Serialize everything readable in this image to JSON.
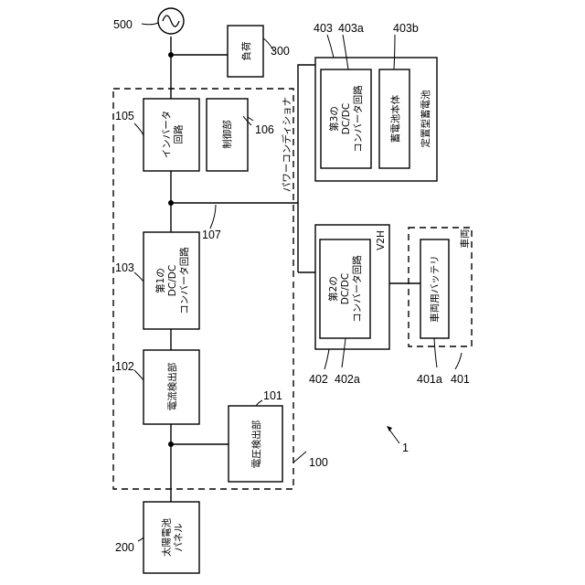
{
  "labels": {
    "solar_panel": [
      "太陽電池",
      "パネル"
    ],
    "voltage_detector": [
      "電圧検出部"
    ],
    "current_detector": [
      "電流検出部"
    ],
    "dcdc1": [
      "第1の",
      "DC/DC",
      "コンバータ回路"
    ],
    "inverter": [
      "インバータ",
      "回路"
    ],
    "controller": [
      "制御部"
    ],
    "load": [
      "負荷"
    ],
    "power_conditioner": [
      "パワーコンディショナ"
    ],
    "dcdc3": [
      "第3の",
      "DC/DC",
      "コンバータ回路"
    ],
    "battery_body": [
      "蓄電池本体"
    ],
    "stationary_battery": [
      "定置型蓄電池"
    ],
    "dcdc2": [
      "第2の",
      "DC/DC",
      "コンバータ回路"
    ],
    "v2h": [
      "V2H"
    ],
    "vehicle_battery": [
      "車両用バッテリ"
    ],
    "vehicle": [
      "車両"
    ]
  },
  "refs": {
    "grid": "500",
    "load": "300",
    "inverter": "105",
    "controller": "106",
    "dcdc1": "103",
    "bus": "107",
    "current_detector": "102",
    "voltage_detector": "101",
    "power_conditioner": "100",
    "solar_panel": "200",
    "stationary_battery": "403",
    "dcdc3": "403a",
    "battery_body": "403b",
    "v2h": "402",
    "dcdc2": "402a",
    "vehicle_battery": "401a",
    "vehicle": "401",
    "system": "1"
  }
}
